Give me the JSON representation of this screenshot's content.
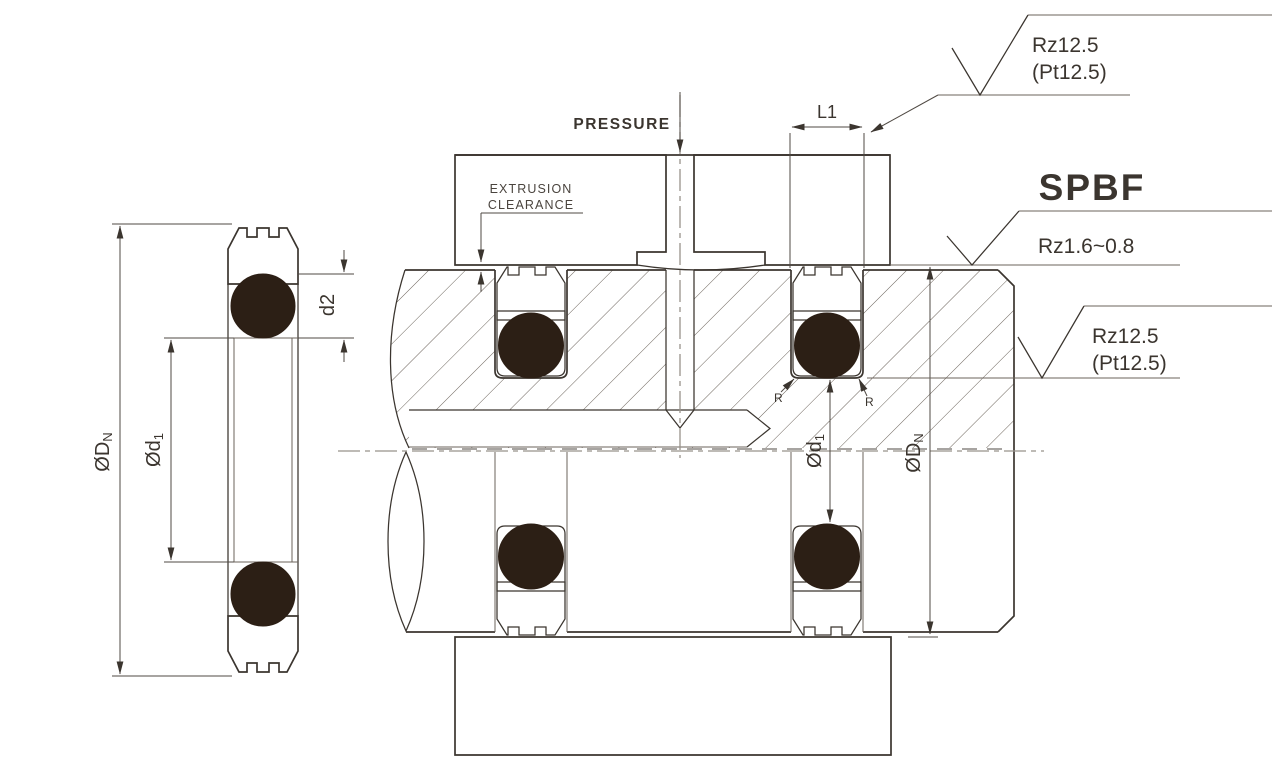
{
  "drawing": {
    "labels": {
      "pressure": "PRESSURE",
      "extrusion1": "EXTRUSION",
      "extrusion2": "CLEARANCE",
      "groove_width": "L1",
      "radius_left": "R",
      "radius_right": "R",
      "dia_outer": "ØD",
      "dia_outer_sub": "N",
      "dia_inner": "Ød",
      "dia_inner_sub": "1",
      "cross_section": "d2"
    },
    "surface_callouts": {
      "top": {
        "line1": "Rz12.5",
        "line2": "(Pt12.5)"
      },
      "mid": {
        "title": "SPBF",
        "line1": "Rz1.6~0.8"
      },
      "bottom": {
        "line1": "Rz12.5",
        "line2": "(Pt12.5)"
      }
    },
    "colors": {
      "seal_body": "#c8c428",
      "o_ring": "#2c1f15"
    }
  }
}
